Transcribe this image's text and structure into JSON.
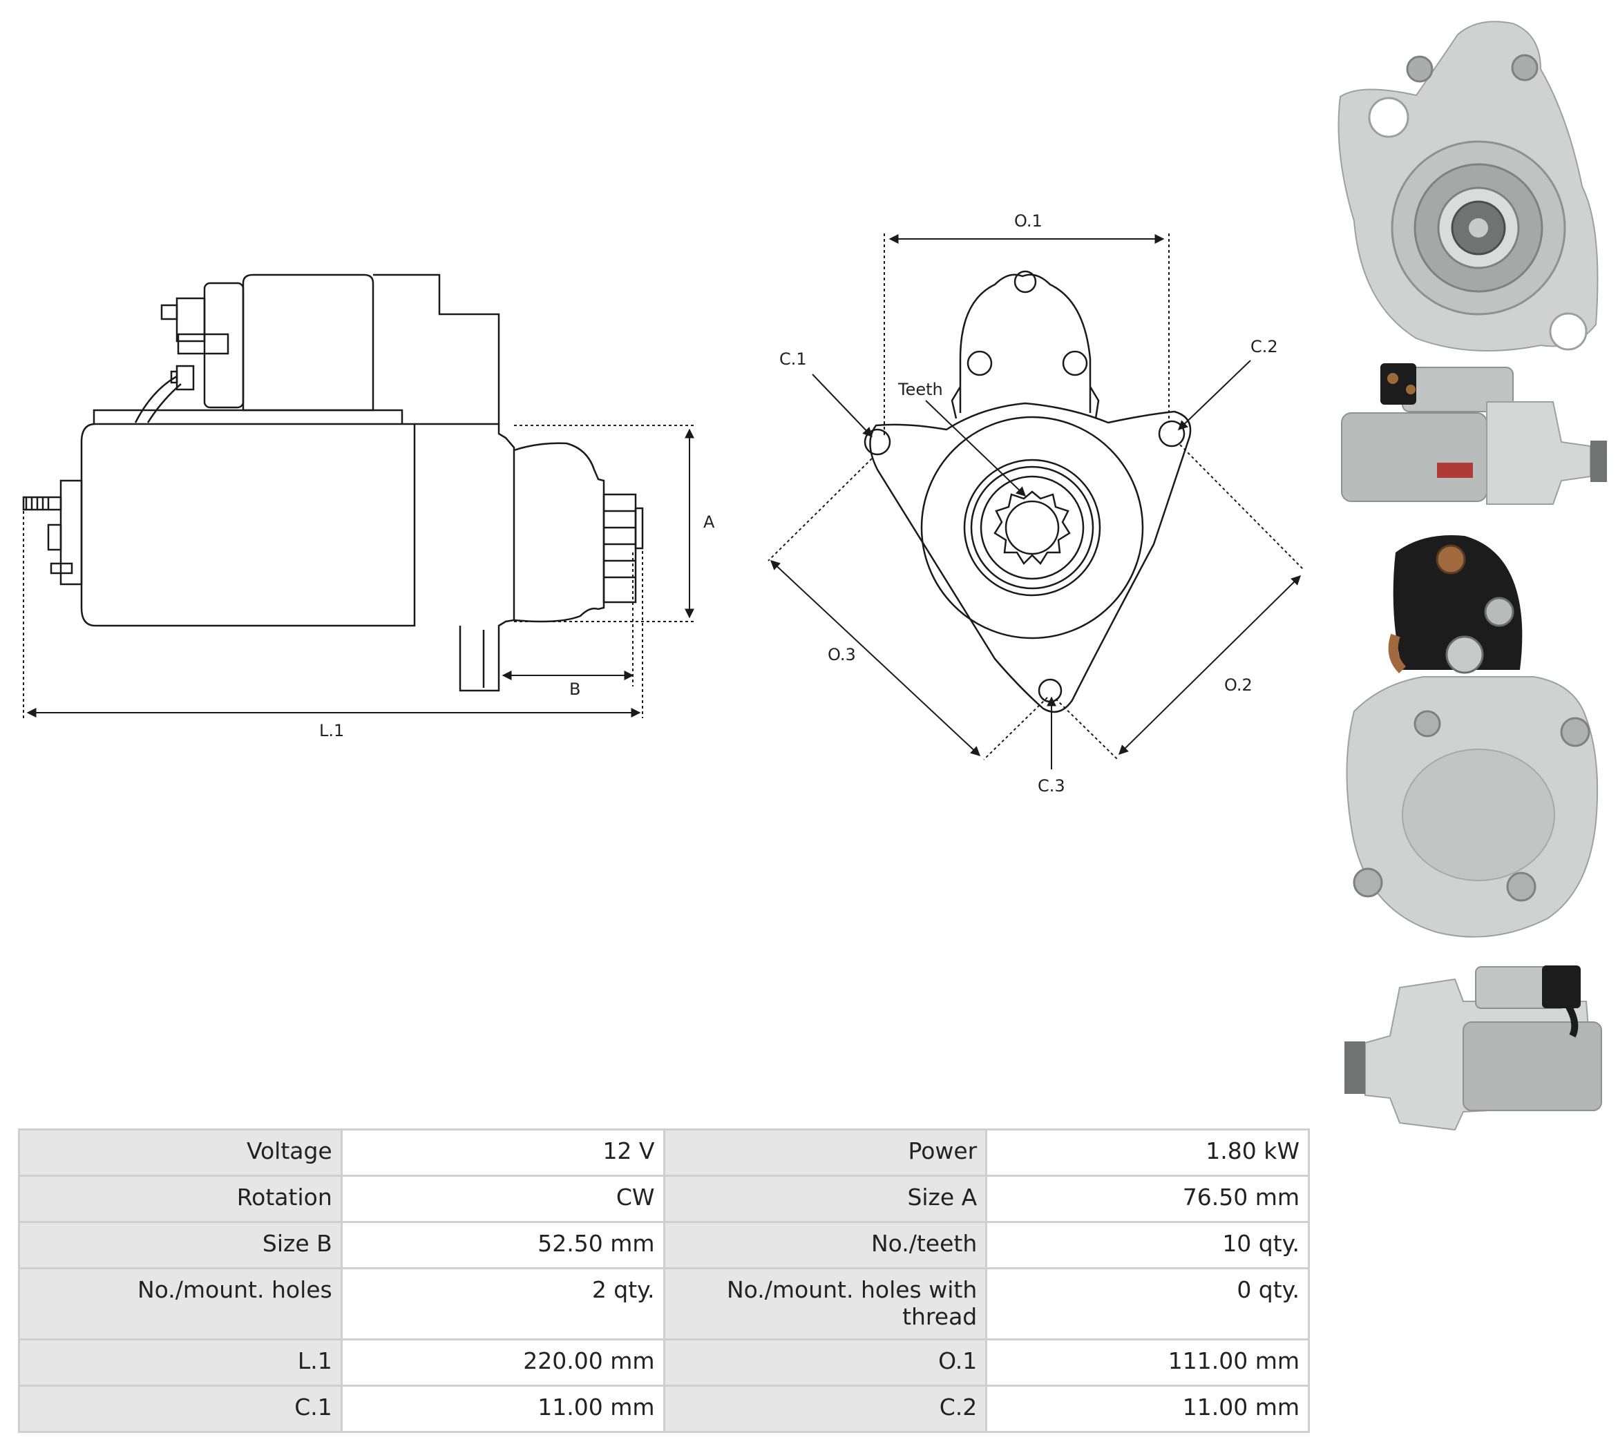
{
  "labels": {
    "a": "A",
    "b": "B",
    "l1": "L.1",
    "o1": "O.1",
    "o2": "O.2",
    "o3": "O.3",
    "c1": "C.1",
    "c2": "C.2",
    "c3": "C.3",
    "teeth": "Teeth"
  },
  "specs": [
    {
      "left_label": "Voltage",
      "left_value": "12 V",
      "right_label": "Power",
      "right_value": "1.80 kW"
    },
    {
      "left_label": "Rotation",
      "left_value": "CW",
      "right_label": "Size A",
      "right_value": "76.50 mm"
    },
    {
      "left_label": "Size B",
      "left_value": "52.50 mm",
      "right_label": "No./teeth",
      "right_value": "10 qty."
    },
    {
      "left_label": "No./mount. holes",
      "left_value": "2 qty.",
      "right_label": "No./mount. holes with thread",
      "right_value": "0 qty."
    },
    {
      "left_label": "L.1",
      "left_value": "220.00 mm",
      "right_label": "O.1",
      "right_value": "111.00 mm"
    },
    {
      "left_label": "C.1",
      "left_value": "11.00 mm",
      "right_label": "C.2",
      "right_value": "11.00 mm"
    }
  ],
  "colors": {
    "line": "#1a1a1a",
    "metal": "#c9ccca",
    "dark": "#1c1c1c",
    "label_cell": "#e6e6e6",
    "table_border": "#cfcfcf"
  }
}
